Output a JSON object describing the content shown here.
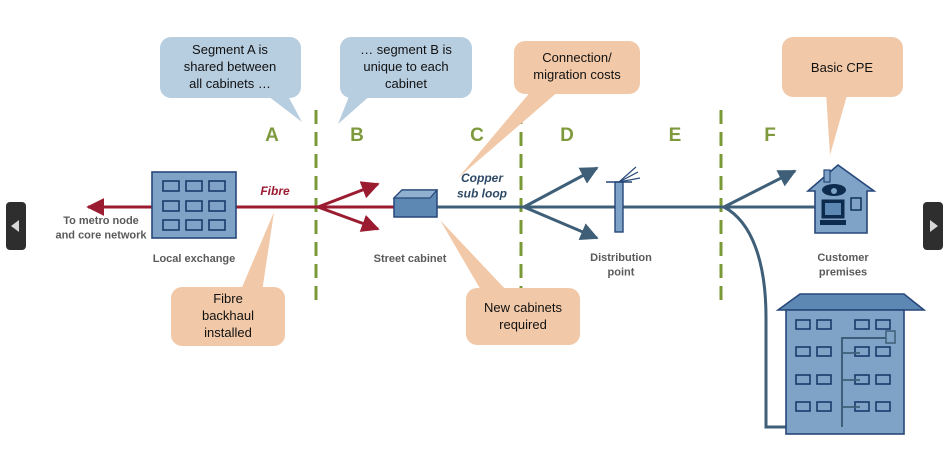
{
  "callouts": {
    "segment_a": [
      "Segment A is",
      "shared between",
      "all cabinets …"
    ],
    "segment_b": [
      "… segment B is",
      "unique to each",
      "cabinet"
    ],
    "connection": [
      "Connection/",
      "migration costs"
    ],
    "basic_cpe": [
      "Basic CPE"
    ],
    "fibre_backhaul": [
      "Fibre",
      "backhaul",
      "installed"
    ],
    "new_cabinets": [
      "New cabinets",
      "required"
    ]
  },
  "segments": [
    "A",
    "B",
    "C",
    "D",
    "E",
    "F"
  ],
  "labels": {
    "metro": [
      "To metro node",
      "and core network"
    ],
    "local_exchange": "Local exchange",
    "street_cabinet": "Street cabinet",
    "distribution_point": [
      "Distribution",
      "point"
    ],
    "customer_premises": [
      "Customer",
      "premises"
    ],
    "fibre": "Fibre",
    "copper": [
      "Copper",
      "sub loop"
    ]
  },
  "icons": {
    "prev": "chevron-left-icon",
    "next": "chevron-right-icon"
  },
  "colors": {
    "fibre": "#9b1b30",
    "copper": "#3f5f78",
    "segment": "#7f9a3c",
    "divider": "#7a9a38",
    "callout_blue": "#b7cde0",
    "callout_tan": "#f2c9a8",
    "building": "#7ea3c6",
    "building_edge": "#27477a",
    "label": "#5a5a5a"
  }
}
